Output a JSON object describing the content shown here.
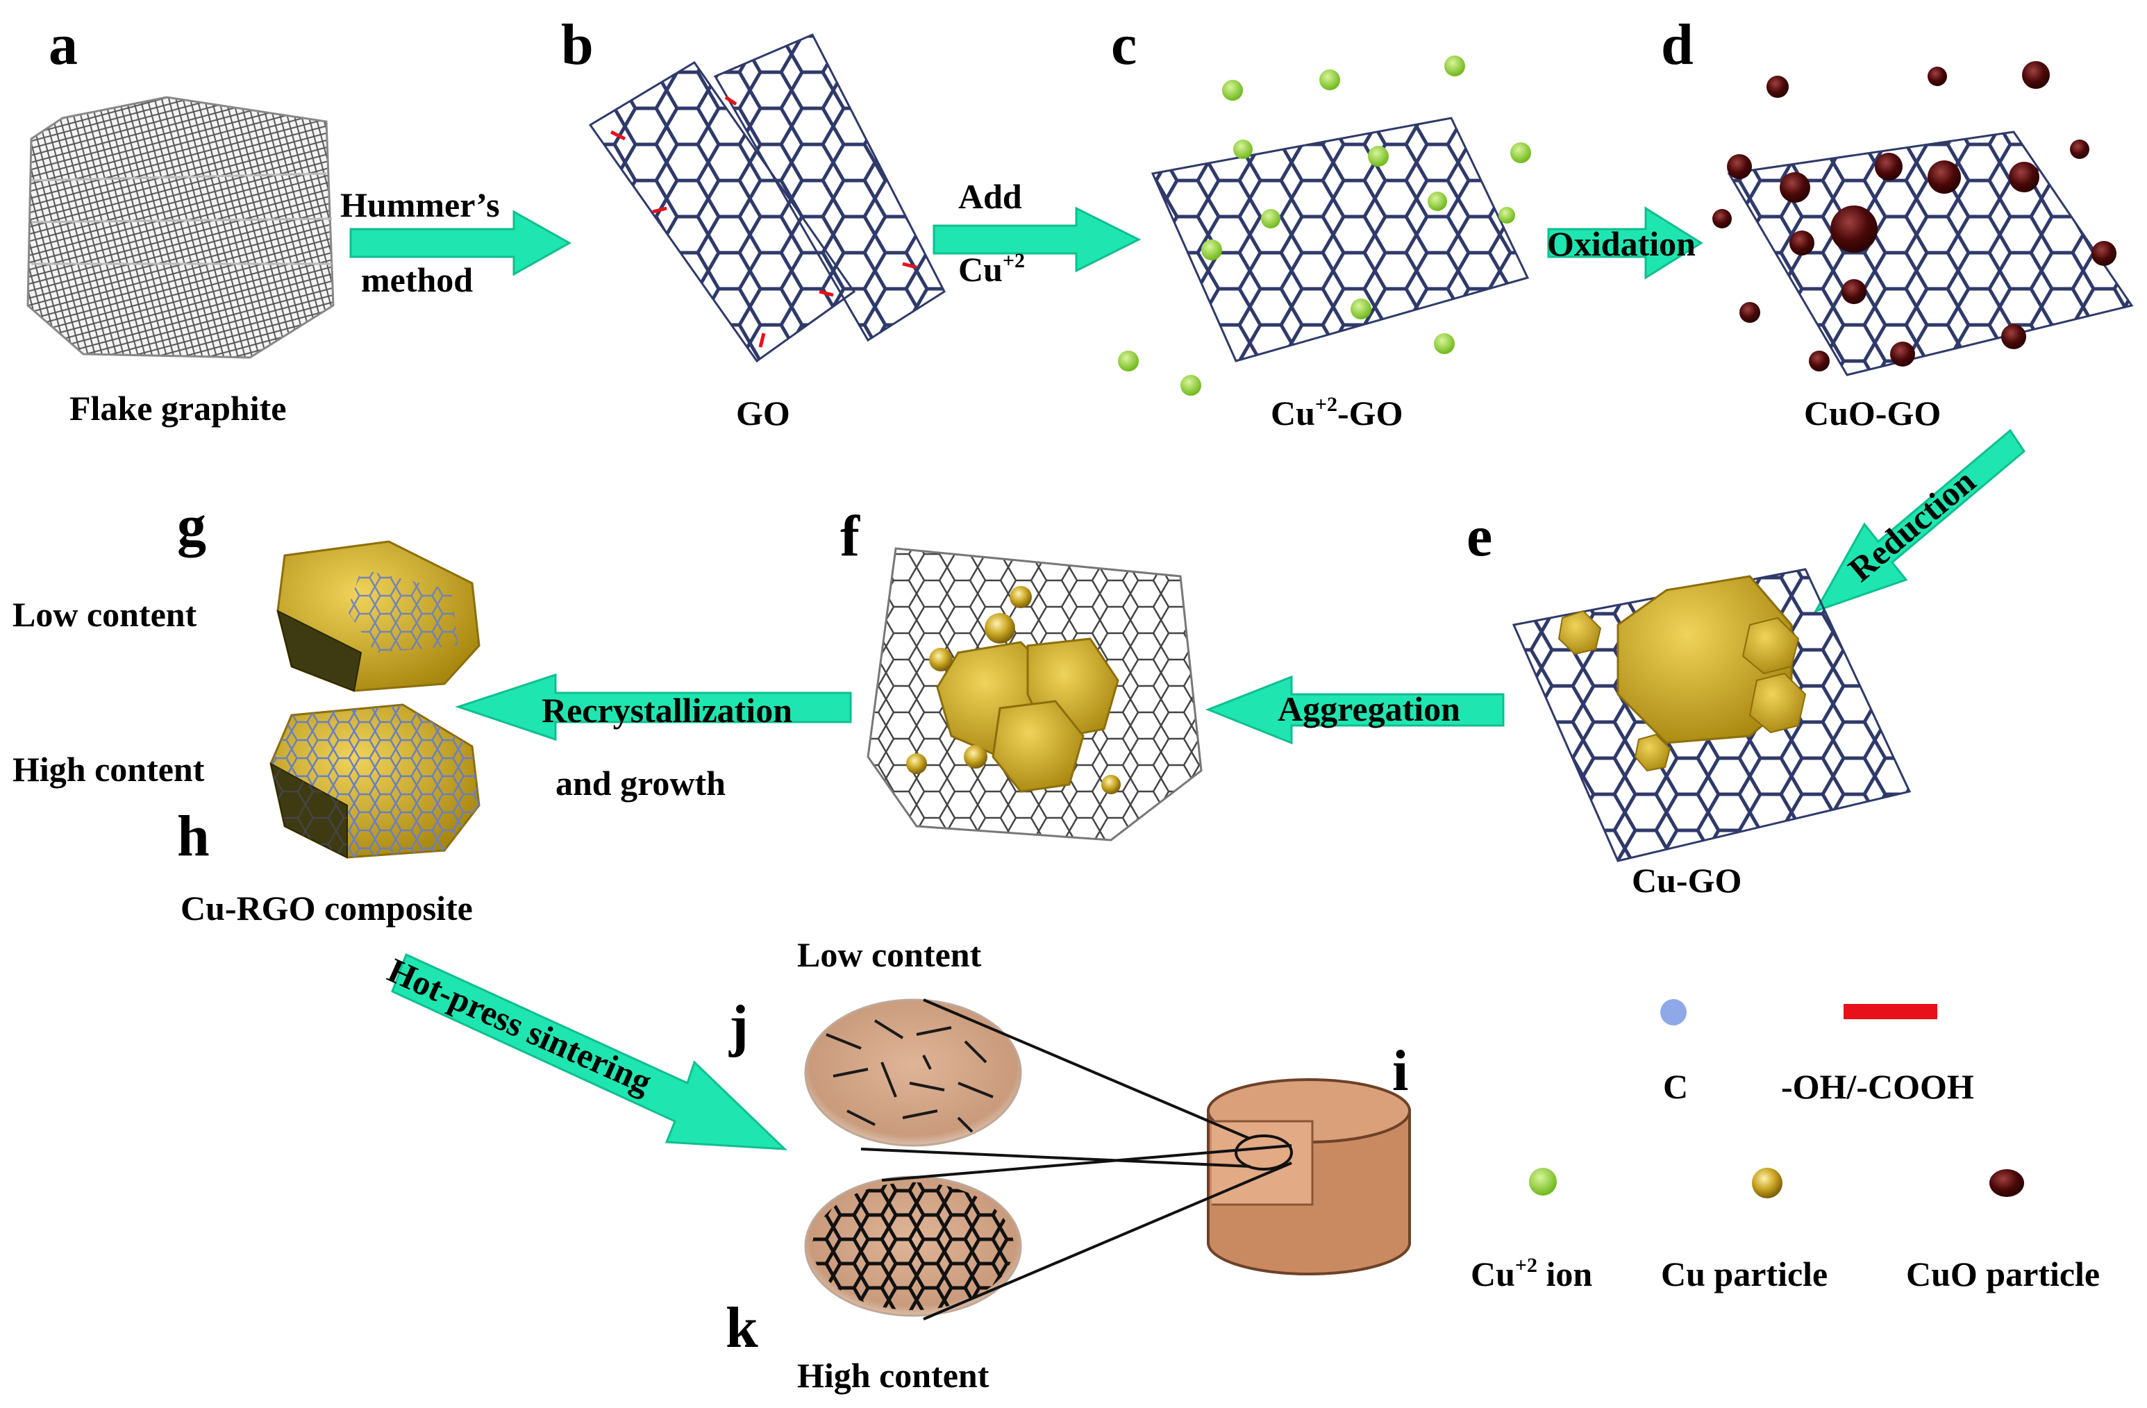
{
  "colors": {
    "arrow": "#1fe6b0",
    "arrow_stroke": "#0fbf8f",
    "cu_ion": "#8fcf2a",
    "cu_particle": "#c9a521",
    "cuo_particle": "#5a0d0d",
    "carbon_atom": "#8fa8e8",
    "oh_group": "#e8101a",
    "bond": "#2f3a6a",
    "cylinder": "#c98a62"
  },
  "panels": {
    "a": {
      "letter": "a",
      "caption": "Flake graphite"
    },
    "b": {
      "letter": "b",
      "caption": "GO"
    },
    "c": {
      "letter": "c",
      "caption": "Cu+2-GO",
      "caption_base": "Cu",
      "caption_sup": "+2",
      "caption_tail": "-GO"
    },
    "d": {
      "letter": "d",
      "caption": "CuO-GO"
    },
    "e": {
      "letter": "e",
      "caption": "Cu-GO"
    },
    "f": {
      "letter": "f"
    },
    "g": {
      "letter": "g",
      "label": "Low content"
    },
    "h": {
      "letter": "h",
      "label": "High content",
      "caption": "Cu-RGO composite"
    },
    "i": {
      "letter": "i"
    },
    "j": {
      "letter": "j",
      "label": "Low content"
    },
    "k": {
      "letter": "k",
      "label": "High content"
    }
  },
  "arrows": {
    "hummers_line1": "Hummer’s",
    "hummers_line2": "method",
    "add_line1": "Add",
    "add_line2_base": "Cu",
    "add_line2_sup": "+2",
    "oxidation": "Oxidation",
    "reduction": "Reduction",
    "aggregation": "Aggregation",
    "recryst_line1": "Recrystallization",
    "recryst_line2": "and growth",
    "hotpress": "Hot-press sintering"
  },
  "legend": {
    "carbon": "C",
    "oh": "-OH/-COOH",
    "cu_ion_base": "Cu",
    "cu_ion_sup": "+2",
    "cu_ion_tail": " ion",
    "cu_particle": "Cu particle",
    "cuo_particle": "CuO particle"
  }
}
